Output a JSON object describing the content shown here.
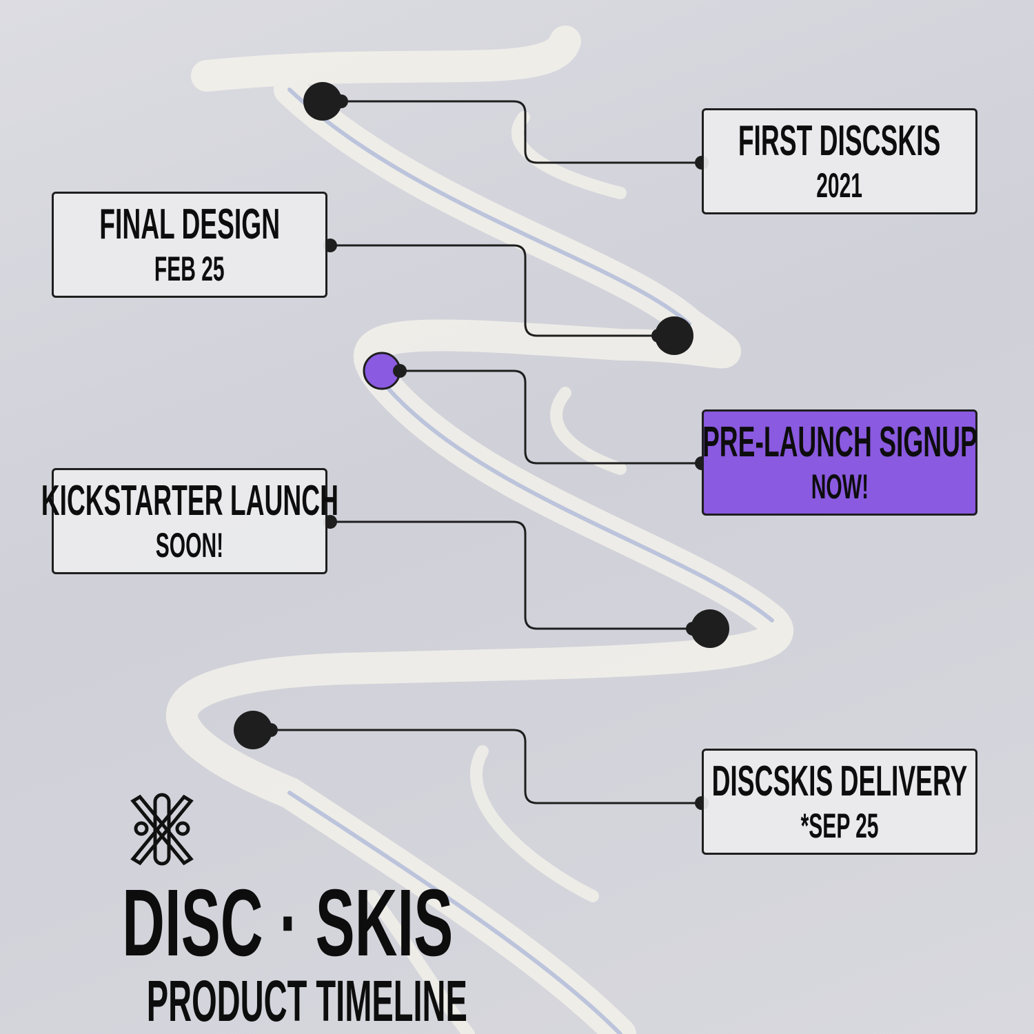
{
  "brand": {
    "name": "DISC · SKIS",
    "subtitle": "PRODUCT TIMELINE",
    "logo": "crossed-skis-logo"
  },
  "colors": {
    "highlight": "#8a5ae0",
    "ink": "#1e1e1e"
  },
  "milestones": [
    {
      "title": "FIRST DISCSKIS",
      "date": "2021",
      "highlight": false
    },
    {
      "title": "FINAL DESIGN",
      "date": "FEB 25",
      "highlight": false
    },
    {
      "title": "PRE-LAUNCH SIGNUP",
      "date": "NOW!",
      "highlight": true
    },
    {
      "title": "KICKSTARTER LAUNCH",
      "date": "SOON!",
      "highlight": false
    },
    {
      "title": "DISCSKIS DELIVERY",
      "date": "*SEP 25",
      "highlight": false
    }
  ]
}
